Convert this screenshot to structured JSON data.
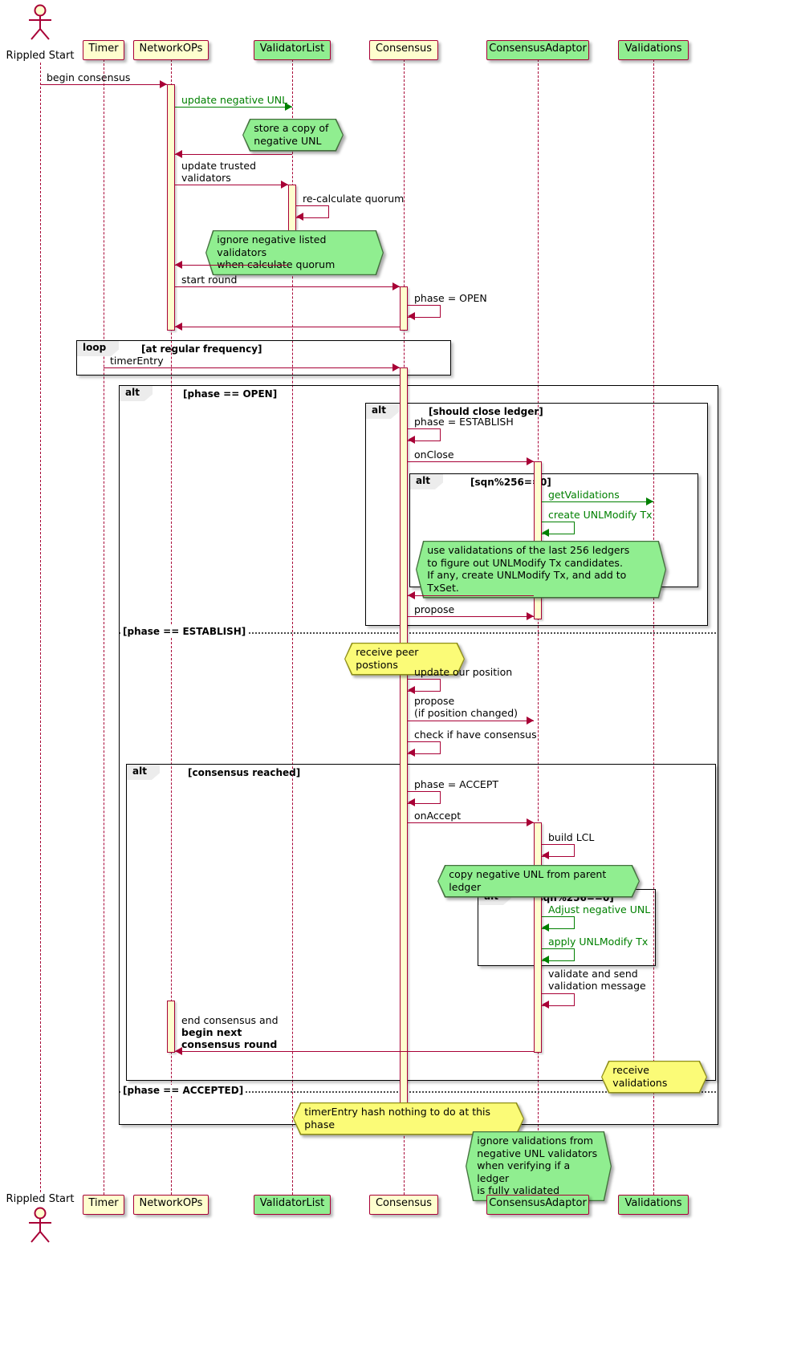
{
  "participants": {
    "rippled_start": "Rippled Start",
    "timer": "Timer",
    "networkops": "NetworkOPs",
    "validatorlist": "ValidatorList",
    "consensus": "Consensus",
    "consensusadaptor": "ConsensusAdaptor",
    "validations": "Validations"
  },
  "frames": {
    "loop": {
      "tag": "loop",
      "condition": "[at regular frequency]"
    },
    "alt_phase": {
      "tag": "alt",
      "condition": "[phase == OPEN]",
      "else1": "[phase == ESTABLISH]",
      "else2": "[phase == ACCEPTED]"
    },
    "alt_should_close": {
      "tag": "alt",
      "condition": "[should close ledger]"
    },
    "alt_sqn_a": {
      "tag": "alt",
      "condition": "[sqn%256==0]"
    },
    "alt_consensus_reached": {
      "tag": "alt",
      "condition": "[consensus reached]"
    },
    "alt_sqn_b": {
      "tag": "alt",
      "condition": "[sqn%256==0]"
    }
  },
  "messages": {
    "begin_consensus": "begin consensus",
    "update_negative_unl": "update negative UNL",
    "update_trusted_validators": "update trusted\nvalidators",
    "recalculate_quorum": "re-calculate quorum",
    "start_round": "start round",
    "phase_open": "phase = OPEN",
    "timer_entry": "timerEntry",
    "phase_establish": "phase = ESTABLISH",
    "on_close": "onClose",
    "get_validations": "getValidations",
    "create_unlmodify_tx": "create UNLModify Tx",
    "propose": "propose",
    "update_our_position": "update our position",
    "propose_if_changed": "propose\n(if position changed)",
    "check_if_have_consensus": "check if have consensus",
    "phase_accept": "phase = ACCEPT",
    "on_accept": "onAccept",
    "build_lcl": "build LCL",
    "adjust_negative_unl": "Adjust negative UNL",
    "apply_unlmodify_tx": "apply UNLModify Tx",
    "validate_and_send": "validate and send\nvalidation message",
    "end_consensus_plain": "end consensus and",
    "end_consensus_bold": "begin next\nconsensus round"
  },
  "notes": {
    "store_copy": "store a copy of\nnegative UNL",
    "ignore_negative_listed": "ignore negative listed validators\nwhen calculate quorum",
    "use_validations": "use validatations of the last 256 ledgers\nto figure out UNLModify Tx candidates.\nIf any, create UNLModify Tx, and add to TxSet.",
    "receive_peer_positions": "receive peer postions",
    "copy_negative_unl": "copy negative UNL from parent ledger",
    "receive_validations": "receive validations",
    "timer_entry_nothing": "timerEntry hash nothing to do at this phase",
    "ignore_validations": "ignore validations from\nnegative UNL validators\nwhen verifying if a ledger\nis fully validated"
  },
  "colors": {
    "line": "#A80036",
    "participant_fill": "#FEFECE",
    "green_fill": "#90EE90",
    "green_line": "#008000",
    "note_yellow": "#FBFB77",
    "frame_border": "#000000"
  }
}
